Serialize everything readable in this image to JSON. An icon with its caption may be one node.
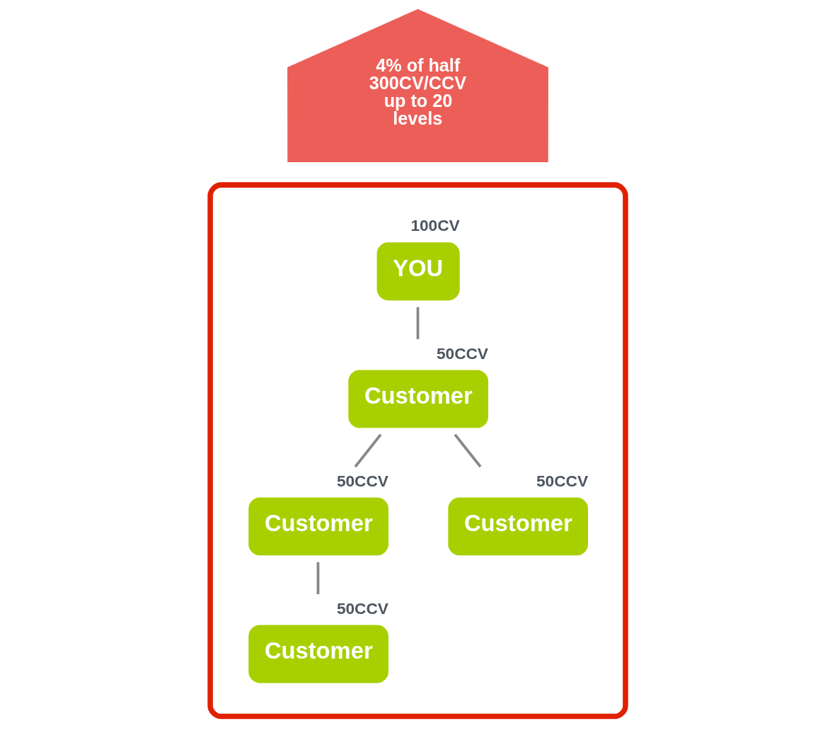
{
  "diagram": {
    "nodes": [
      {
        "text": [],
        "shape": "ellipse"
      },
      {
        "text": [
          "4% of half 300CV/CCV up to 20 levels"
        ]
      },
      {
        "text": [
          "YOU"
        ],
        "in": 0,
        "beside": [
          "100CV"
        ]
      },
      {
        "text": [
          "Customer"
        ],
        "in": 0,
        "beside": [
          "50CCV"
        ]
      },
      {
        "text": [
          "Customer"
        ],
        "in": 0,
        "beside": [
          "50CCV"
        ]
      },
      {
        "text": [
          "Customer"
        ],
        "in": 0,
        "beside": [
          "50CCV"
        ]
      },
      {
        "text": [
          "Customer"
        ],
        "in": 0,
        "beside": [
          "50CCV"
        ]
      }
    ],
    "edges": [
      {
        "from": 2,
        "to": 3,
        "arrow": "none"
      },
      {
        "from": 3,
        "to": 4,
        "arrow": "none"
      },
      {
        "from": 3,
        "to": 5,
        "arrow": "none"
      },
      {
        "from": 4,
        "to": 6,
        "arrow": "none"
      }
    ]
  }
}
